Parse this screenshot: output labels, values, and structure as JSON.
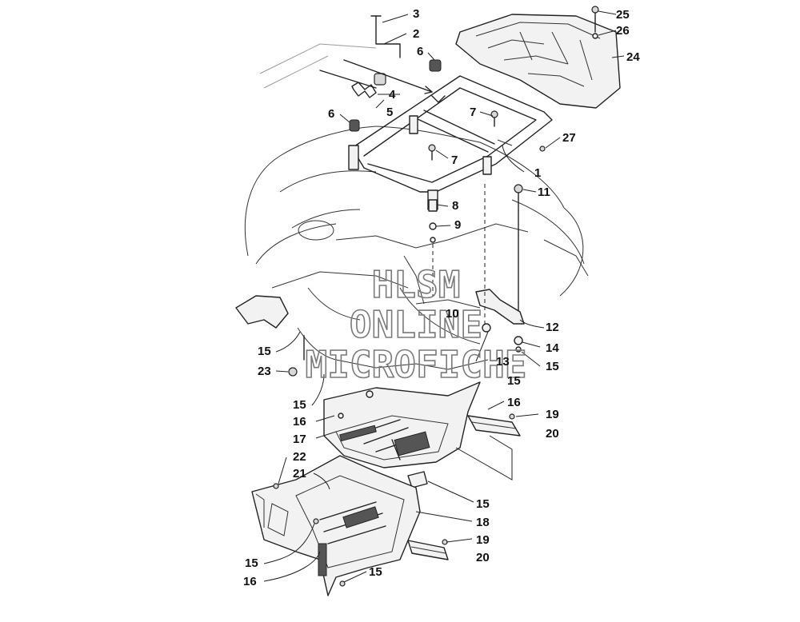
{
  "watermark": {
    "line1": "HLSM",
    "line2": "ONLINE",
    "line3": "MICROFICHE"
  },
  "labels": [
    {
      "id": "p1",
      "text": "1"
    },
    {
      "id": "p2",
      "text": "2"
    },
    {
      "id": "p3",
      "text": "3"
    },
    {
      "id": "p4",
      "text": "4"
    },
    {
      "id": "p5",
      "text": "5"
    },
    {
      "id": "p6a",
      "text": "6"
    },
    {
      "id": "p6b",
      "text": "6"
    },
    {
      "id": "p7a",
      "text": "7"
    },
    {
      "id": "p7b",
      "text": "7"
    },
    {
      "id": "p8",
      "text": "8"
    },
    {
      "id": "p9",
      "text": "9"
    },
    {
      "id": "p10",
      "text": "10"
    },
    {
      "id": "p11",
      "text": "11"
    },
    {
      "id": "p12",
      "text": "12"
    },
    {
      "id": "p13",
      "text": "13"
    },
    {
      "id": "p14",
      "text": "14"
    },
    {
      "id": "p15a",
      "text": "15"
    },
    {
      "id": "p15b",
      "text": "15"
    },
    {
      "id": "p15c",
      "text": "15"
    },
    {
      "id": "p15d",
      "text": "15"
    },
    {
      "id": "p15e",
      "text": "15"
    },
    {
      "id": "p15f",
      "text": "15"
    },
    {
      "id": "p15g",
      "text": "15"
    },
    {
      "id": "p16a",
      "text": "16"
    },
    {
      "id": "p16b",
      "text": "16"
    },
    {
      "id": "p16c",
      "text": "16"
    },
    {
      "id": "p17",
      "text": "17"
    },
    {
      "id": "p18",
      "text": "18"
    },
    {
      "id": "p19a",
      "text": "19"
    },
    {
      "id": "p19b",
      "text": "19"
    },
    {
      "id": "p20a",
      "text": "20"
    },
    {
      "id": "p20b",
      "text": "20"
    },
    {
      "id": "p21",
      "text": "21"
    },
    {
      "id": "p22",
      "text": "22"
    },
    {
      "id": "p23",
      "text": "23"
    },
    {
      "id": "p24",
      "text": "24"
    },
    {
      "id": "p25",
      "text": "25"
    },
    {
      "id": "p26",
      "text": "26"
    },
    {
      "id": "p27",
      "text": "27"
    }
  ]
}
